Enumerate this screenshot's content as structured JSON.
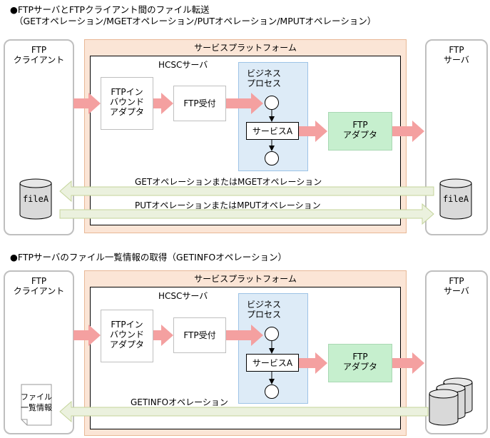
{
  "section1": {
    "heading_line1": "●FTPサーバとFTPクライアント間のファイル転送",
    "heading_line2": "（GETオペレーション/MGETオペレーション/PUTオペレーション/MPUTオペレーション）",
    "client_label_1": "FTP",
    "client_label_2": "クライアント",
    "server_label_1": "FTP",
    "server_label_2": "サーバ",
    "platform_label": "サービスプラットフォーム",
    "hcsc_label": "HCSCサーバ",
    "inbound_1": "FTPイン",
    "inbound_2": "バウンド",
    "inbound_3": "アダプタ",
    "ftp_receive": "FTP受付",
    "biz_1": "ビジネス",
    "biz_2": "プロセス",
    "service_a": "サービスA",
    "adapter_1": "FTP",
    "adapter_2": "アダプタ",
    "get_label": "GETオペレーションまたはMGETオペレーション",
    "put_label": "PUTオペレーションまたはMPUTオペレーション",
    "client_file": "fileA",
    "server_file": "fileA"
  },
  "section2": {
    "heading": "●FTPサーバのファイル一覧情報の取得（GETINFOオペレーション）",
    "client_label_1": "FTP",
    "client_label_2": "クライアント",
    "server_label_1": "FTP",
    "server_label_2": "サーバ",
    "platform_label": "サービスプラットフォーム",
    "hcsc_label": "HCSCサーバ",
    "inbound_1": "FTPイン",
    "inbound_2": "バウンド",
    "inbound_3": "アダプタ",
    "ftp_receive": "FTP受付",
    "biz_1": "ビジネス",
    "biz_2": "プロセス",
    "service_a": "サービスA",
    "adapter_1": "FTP",
    "adapter_2": "アダプタ",
    "getinfo_label": "GETINFOオペレーション",
    "doc_1": "ファイル",
    "doc_2": "一覧情報"
  },
  "colors": {
    "flow_arrow": "#f4a0a0",
    "transfer_arrow": "#ebf1de",
    "platform": "#fbe5d6",
    "business_process": "#ddebf7",
    "adapter": "#c6efce"
  }
}
